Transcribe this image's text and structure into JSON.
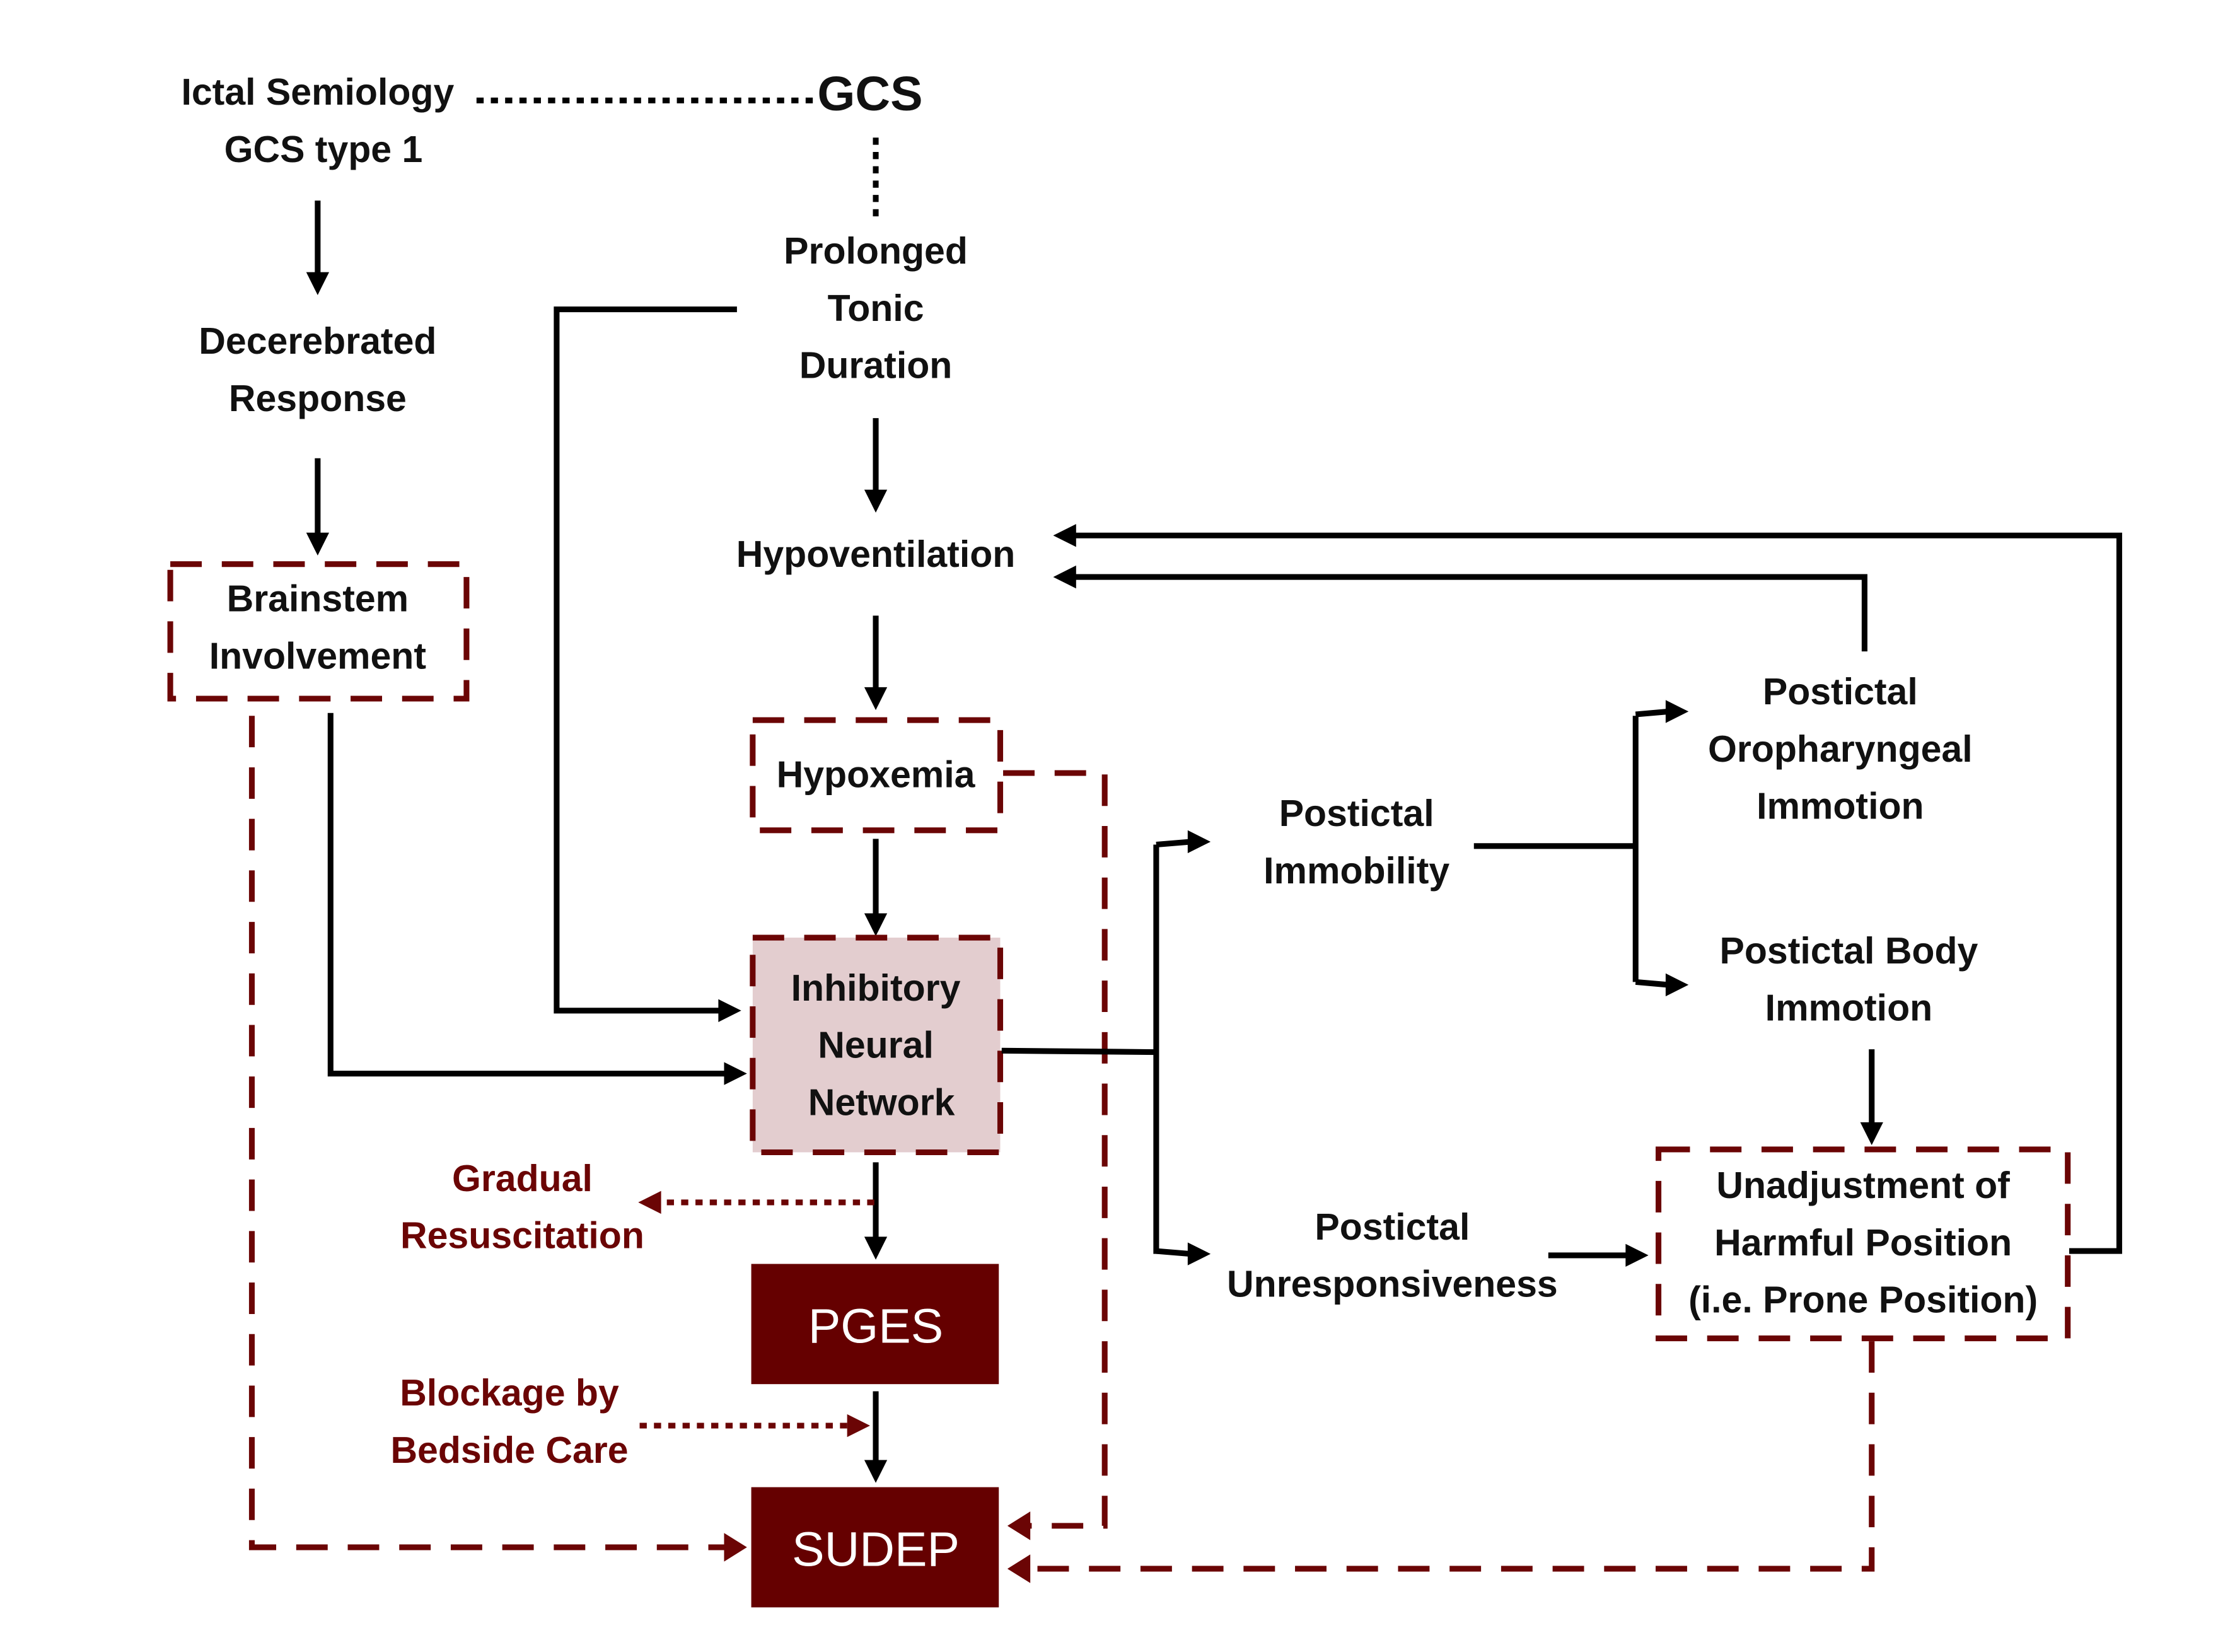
{
  "colors": {
    "accent_dark_red": "#6b0505",
    "highlight_fill": "#e3cdcf",
    "text": "#111111",
    "line": "#000000"
  },
  "nodes": {
    "ictal_semiology": [
      "Ictal Semiology",
      "GCS type 1"
    ],
    "gcs": "GCS",
    "prolonged_tonic": [
      "Prolonged",
      "Tonic",
      "Duration"
    ],
    "decerebrated": [
      "Decerebrated",
      "Response"
    ],
    "brainstem": [
      "Brainstem",
      "Involvement"
    ],
    "hypoventilation": "Hypoventilation",
    "hypoxemia": "Hypoxemia",
    "inhibitory": [
      "Inhibitory",
      "Neural",
      "Network"
    ],
    "gradual_resuscitation": [
      "Gradual",
      "Resuscitation"
    ],
    "pges": "PGES",
    "blockage": [
      "Blockage by",
      "Bedside Care"
    ],
    "sudep": "SUDEP",
    "postictal_immobility": [
      "Postictal",
      "Immobility"
    ],
    "oropharyngeal": [
      "Postictal",
      "Oropharyngeal",
      "Immotion"
    ],
    "body_immotion": [
      "Postictal Body",
      "Immotion"
    ],
    "unresponsiveness": [
      "Postictal",
      "Unresponsiveness"
    ],
    "unadjustment": [
      "Unadjustment of",
      "Harmful Position",
      "(i.e. Prone Position)"
    ]
  }
}
